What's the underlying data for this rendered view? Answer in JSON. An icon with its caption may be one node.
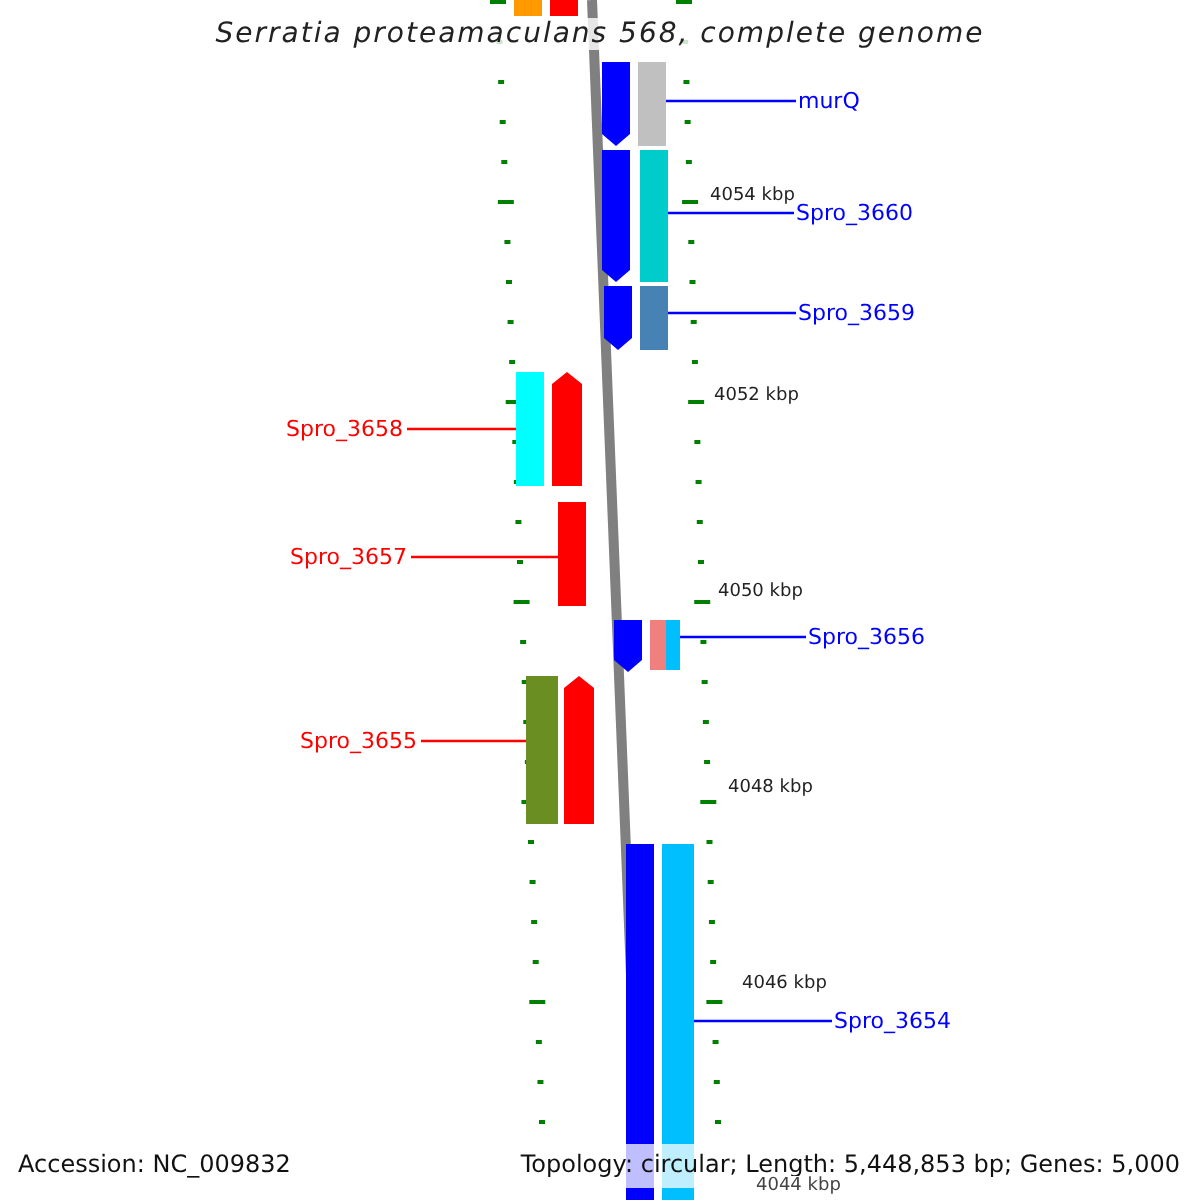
{
  "diagram": {
    "title": "Serratia proteamaculans 568, complete genome",
    "nodes": [
      {
        "text": [
          "murQ"
        ]
      },
      {
        "text": [],
        "shape": "bar"
      },
      {
        "text": [
          "Spro_3660"
        ]
      },
      {
        "text": [],
        "shape": "bar"
      },
      {
        "text": [
          "Spro_3659"
        ]
      },
      {
        "text": [],
        "shape": "bar"
      },
      {
        "text": [
          "Spro_3658"
        ]
      },
      {
        "text": [],
        "shape": "bar"
      },
      {
        "text": [
          "Spro_3657"
        ]
      },
      {
        "text": [],
        "shape": "bar"
      },
      {
        "text": [
          "Spro_3656"
        ]
      },
      {
        "text": [],
        "shape": "bar"
      },
      {
        "text": [
          "Spro_3655"
        ]
      },
      {
        "text": [],
        "shape": "bar"
      },
      {
        "text": [
          "Spro_3654"
        ]
      },
      {
        "text": [],
        "shape": "bar"
      }
    ],
    "edges": [
      {
        "from": 0,
        "to": 1,
        "arrow": "none"
      },
      {
        "from": 2,
        "to": 3,
        "arrow": "none"
      },
      {
        "from": 4,
        "to": 5,
        "arrow": "none"
      },
      {
        "from": 6,
        "to": 7,
        "arrow": "none",
        "color": "#ff0000"
      },
      {
        "from": 8,
        "to": 9,
        "arrow": "none",
        "color": "#ff0000"
      },
      {
        "from": 10,
        "to": 11,
        "arrow": "none"
      },
      {
        "from": 12,
        "to": 13,
        "arrow": "none",
        "color": "#ff0000"
      },
      {
        "from": 14,
        "to": 15,
        "arrow": "none"
      }
    ],
    "labels": [
      "4054 kbp",
      "4052 kbp",
      "4050 kbp",
      "4048 kbp",
      "4046 kbp",
      "4044 kbp",
      "Accession: NC_009832",
      "Topology: circular; Length: 5,448,853 bp; Genes: 5,000"
    ]
  }
}
